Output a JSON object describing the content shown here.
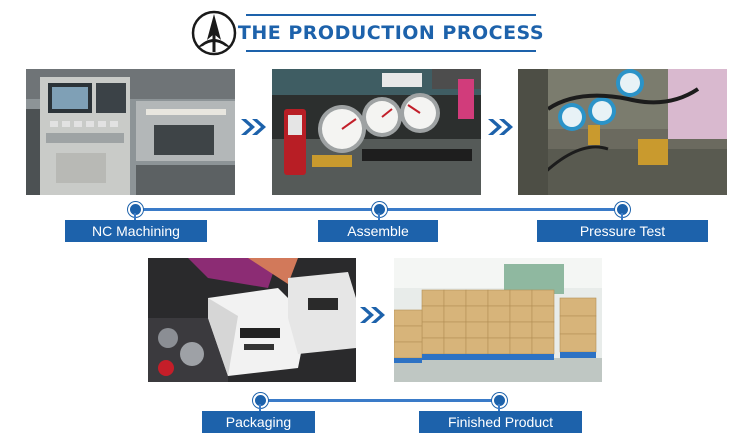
{
  "header": {
    "title": "THE PRODUCTION PROCESS",
    "logo_icon": "tripod-triangle-logo-icon"
  },
  "steps": [
    {
      "label": "NC Machining"
    },
    {
      "label": "Assemble"
    },
    {
      "label": "Pressure Test"
    },
    {
      "label": "Packaging"
    },
    {
      "label": "Finished Product"
    }
  ],
  "colors": {
    "accent": "#1d62ab",
    "line": "#3a7bc8"
  }
}
